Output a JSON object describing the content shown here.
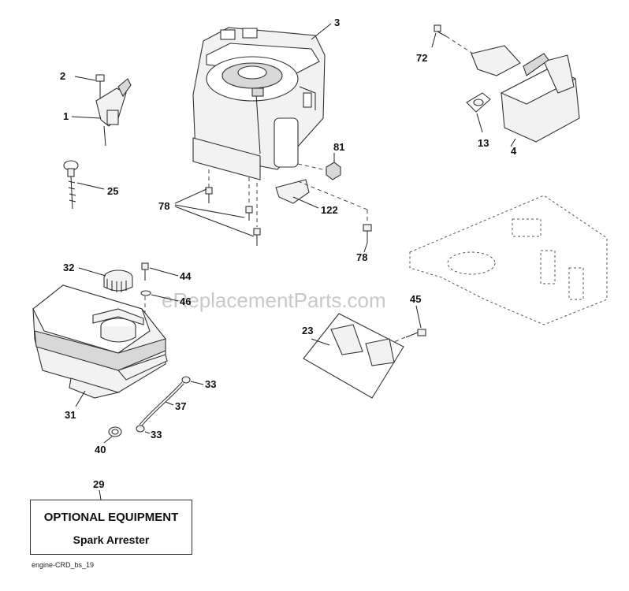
{
  "watermark": "eReplacementParts.com",
  "footer_code": "engine-CRD_bs_19",
  "callouts": {
    "c1": "1",
    "c2": "2",
    "c3": "3",
    "c4": "4",
    "c13": "13",
    "c23": "23",
    "c25": "25",
    "c29": "29",
    "c31": "31",
    "c32": "32",
    "c33a": "33",
    "c33b": "33",
    "c37": "37",
    "c40": "40",
    "c44": "44",
    "c45": "45",
    "c46": "46",
    "c72": "72",
    "c78a": "78",
    "c78b": "78",
    "c81": "81",
    "c122": "122"
  },
  "optional_box": {
    "title": "OPTIONAL EQUIPMENT",
    "item": "Spark Arrester"
  }
}
